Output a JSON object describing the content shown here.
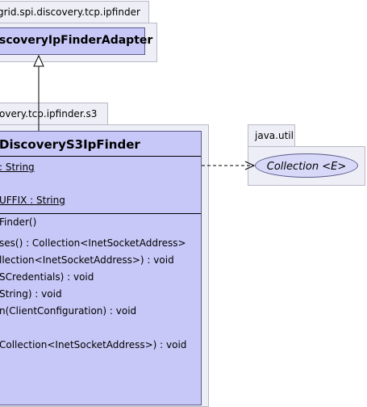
{
  "packages": {
    "tcp_ipfinder": {
      "name": "grid.spi.discovery.tcp.ipfinder"
    },
    "s3": {
      "name": "overy.tcp.ipfinder.s3"
    },
    "java_util": {
      "name": "java.util"
    }
  },
  "classes": {
    "adapter": {
      "name": "scoveryIpFinderAdapter"
    },
    "s3_finder": {
      "name": "DiscoveryS3IpFinder",
      "attributes": [
        ": String",
        "UFFIX : String"
      ],
      "constructor": "Finder()",
      "methods": [
        "ses() : Collection<InetSocketAddress>",
        "llection<InetSocketAddress>) : void",
        "SCredentials) : void",
        "String) : void",
        "n(ClientConfiguration) : void",
        "Collection<InetSocketAddress>) : void"
      ]
    },
    "collection": {
      "name": "Collection <E>"
    }
  },
  "colors": {
    "package_fill": "#eeeef7",
    "class_fill": "#c8c8f8",
    "interface_fill": "#d8d8f8"
  }
}
